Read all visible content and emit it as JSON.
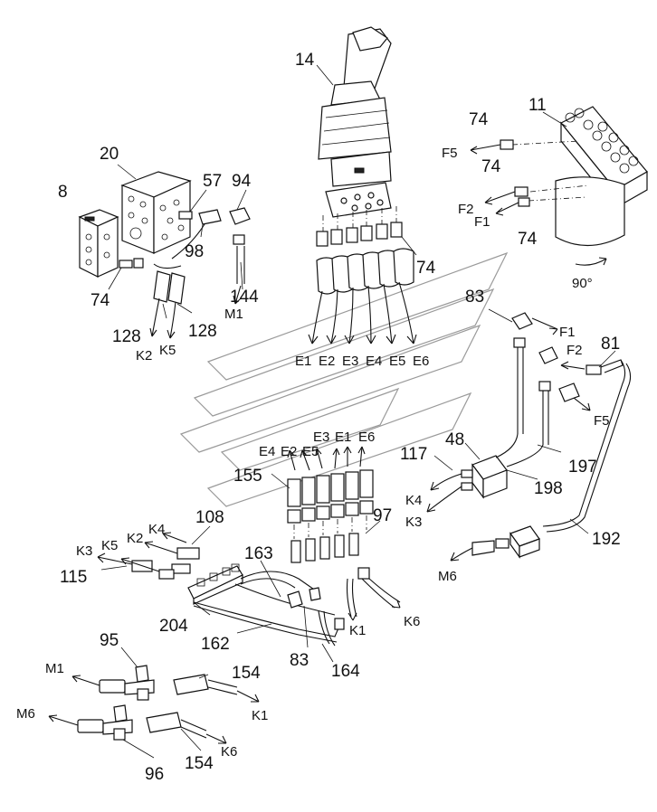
{
  "diagram": {
    "part_numbers": {
      "p14": "14",
      "p11": "11",
      "p20": "20",
      "p8": "8",
      "p57": "57",
      "p94": "94",
      "p98": "98",
      "p74_a": "74",
      "p74_b": "74",
      "p74_c": "74",
      "p74_d": "74",
      "p74_e": "74",
      "p144": "144",
      "p128_a": "128",
      "p128_b": "128",
      "p83_a": "83",
      "p83_b": "83",
      "p81": "81",
      "p48": "48",
      "p117": "117",
      "p197": "197",
      "p198": "198",
      "p192": "192",
      "p155": "155",
      "p97": "97",
      "p108": "108",
      "p115": "115",
      "p163": "163",
      "p204": "204",
      "p162": "162",
      "p164": "164",
      "p95": "95",
      "p154_a": "154",
      "p154_b": "154",
      "p96": "96"
    },
    "port_labels": {
      "F5_a": "F5",
      "F2_a": "F2",
      "F1_a": "F1",
      "F1_b": "F1",
      "F2_b": "F2",
      "F5_b": "F5",
      "M1_a": "M1",
      "M1_b": "M1",
      "M6_a": "M6",
      "M6_b": "M6",
      "K2_a": "K2",
      "K5_a": "K5",
      "K4_a": "K4",
      "K3_a": "K3",
      "K3_b": "K3",
      "K5_b": "K5",
      "K2_b": "K2",
      "K4_b": "K4",
      "K1_a": "K1",
      "K6_a": "K6",
      "K1_b": "K1",
      "K6_b": "K6",
      "E1_a": "E1",
      "E2_a": "E2",
      "E3_a": "E3",
      "E4_a": "E4",
      "E5_a": "E5",
      "E6_a": "E6",
      "E4_b": "E4",
      "E2_b": "E2",
      "E5_b": "E5",
      "E3_b": "E3",
      "E1_b": "E1",
      "E6_b": "E6"
    },
    "rotation_label": "90°"
  }
}
